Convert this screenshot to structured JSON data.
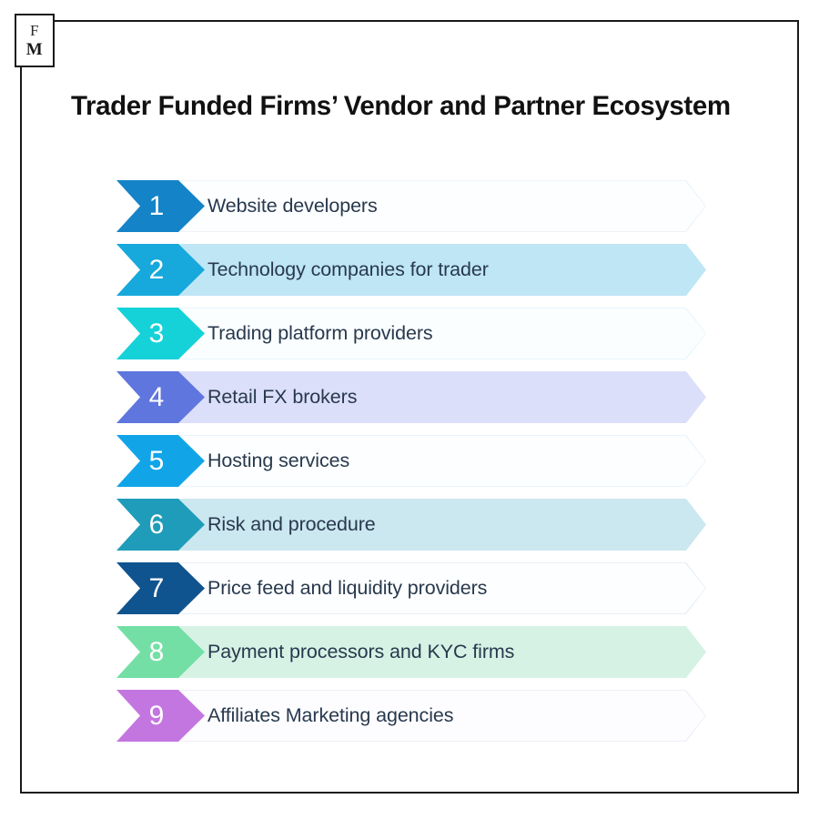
{
  "brand": {
    "logo_line1": "F",
    "logo_line2": "M",
    "logo_name": "FM"
  },
  "header": {
    "title": "Trader Funded Firms’ Vendor and Partner Ecosystem"
  },
  "colors": {
    "text": "#28394d",
    "title": "#111111",
    "frame": "#1a1a1a",
    "page_background": "#ffffff"
  },
  "list": {
    "items": [
      {
        "number": "1",
        "label": "Website developers",
        "chevron_color": "#1483c8",
        "body_color": "#fdfeff",
        "body_outline": "#eef3f7"
      },
      {
        "number": "2",
        "label": "Technology companies for trader",
        "chevron_color": "#17a8dc",
        "body_color": "#bfe6f5",
        "body_outline": "#bfe6f5"
      },
      {
        "number": "3",
        "label": "Trading platform providers",
        "chevron_color": "#15d2d9",
        "body_color": "#fbfeff",
        "body_outline": "#e7f7f9"
      },
      {
        "number": "4",
        "label": "Retail FX brokers",
        "chevron_color": "#5f76de",
        "body_color": "#dcdffa",
        "body_outline": "#dcdffa"
      },
      {
        "number": "5",
        "label": "Hosting services",
        "chevron_color": "#11a5e8",
        "body_color": "#fcfeff",
        "body_outline": "#eaf4fb"
      },
      {
        "number": "6",
        "label": "Risk and procedure",
        "chevron_color": "#1f9cb9",
        "body_color": "#cbe7ef",
        "body_outline": "#cbe7ef"
      },
      {
        "number": "7",
        "label": "Price feed and liquidity providers",
        "chevron_color": "#10548f",
        "body_color": "#fdfeff",
        "body_outline": "#e9eef4"
      },
      {
        "number": "8",
        "label": "Payment processors and KYC firms",
        "chevron_color": "#74dfa5",
        "body_color": "#d6f2e5",
        "body_outline": "#d6f2e5"
      },
      {
        "number": "9",
        "label": "Affiliates Marketing agencies",
        "chevron_color": "#c濃"
      }
    ]
  }
}
